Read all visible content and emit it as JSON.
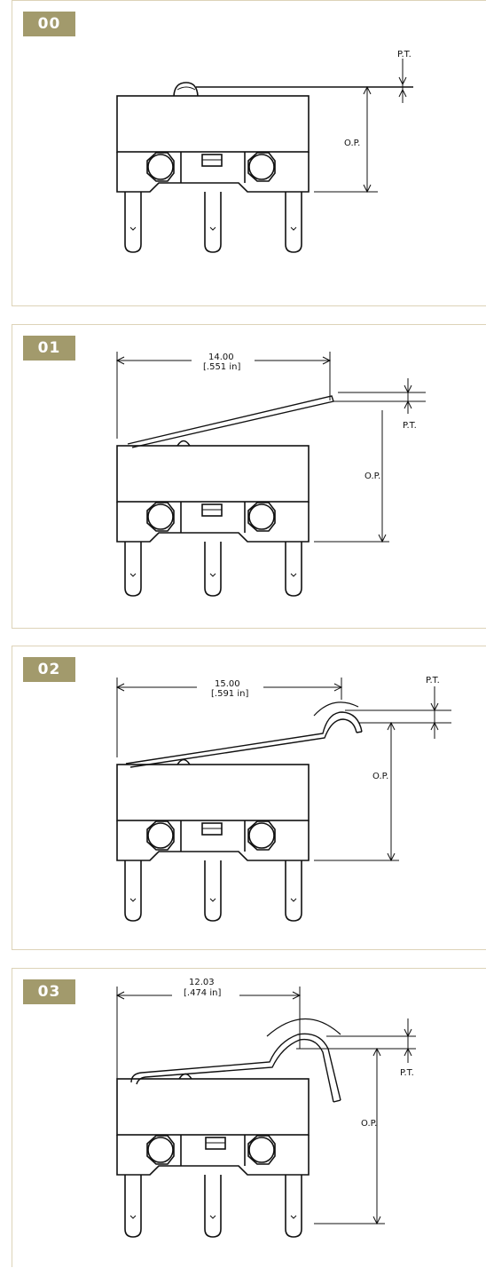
{
  "colors": {
    "badge_bg": "#a29a6c",
    "border": "#ddd3b8",
    "line": "#111111"
  },
  "panels": [
    {
      "badge": "00",
      "pt_label": "P.T.",
      "op_label": "O.P.",
      "actuator": "button"
    },
    {
      "badge": "01",
      "length_mm": "14.00",
      "length_in": "[.551 in]",
      "pt_label": "P.T.",
      "op_label": "O.P.",
      "actuator": "straight-lever"
    },
    {
      "badge": "02",
      "length_mm": "15.00",
      "length_in": "[.591 in]",
      "pt_label": "P.T.",
      "op_label": "O.P.",
      "actuator": "hook-lever"
    },
    {
      "badge": "03",
      "length_mm": "12.03",
      "length_in": "[.474 in]",
      "pt_label": "P.T.",
      "op_label": "O.P.",
      "actuator": "roller-lever"
    }
  ]
}
